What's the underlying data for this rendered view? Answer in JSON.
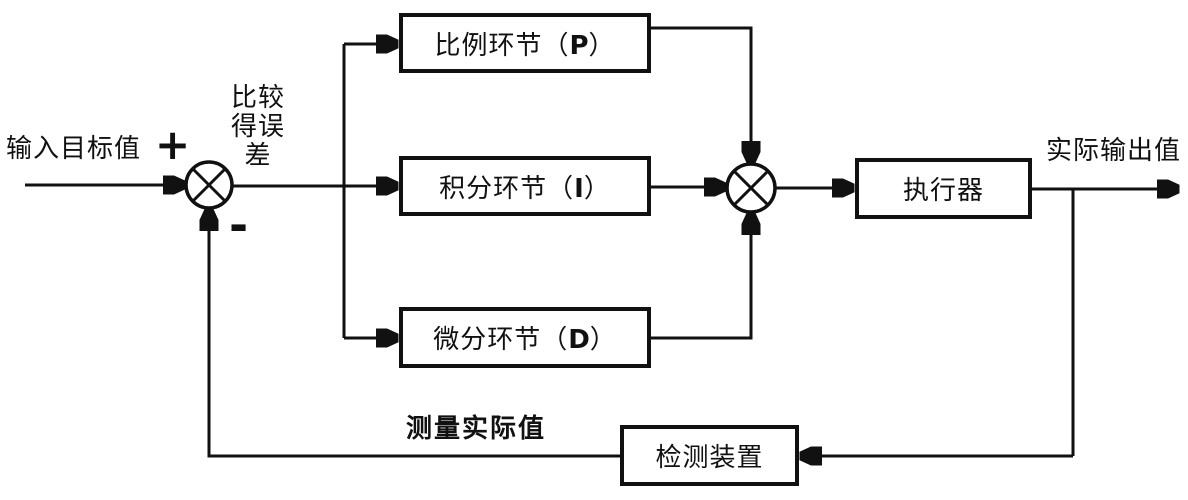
{
  "colors": {
    "line": "#111111",
    "background": "#ffffff"
  },
  "labels": {
    "input": "输入目标值",
    "plus": "+",
    "minus": "-",
    "error_lines": [
      "比较",
      "得误",
      "差"
    ],
    "output": "实际输出值",
    "measured": "测量实际值"
  },
  "blocks": {
    "proportional": {
      "prefix": "比例环节（",
      "letter": "P",
      "suffix": "）"
    },
    "integral": {
      "prefix": "积分环节（",
      "letter": "I",
      "suffix": "）"
    },
    "derivative": {
      "prefix": "微分环节（",
      "letter": "D",
      "suffix": "）"
    },
    "actuator": {
      "label": "执行器"
    },
    "sensor": {
      "label": "检测装置"
    }
  }
}
